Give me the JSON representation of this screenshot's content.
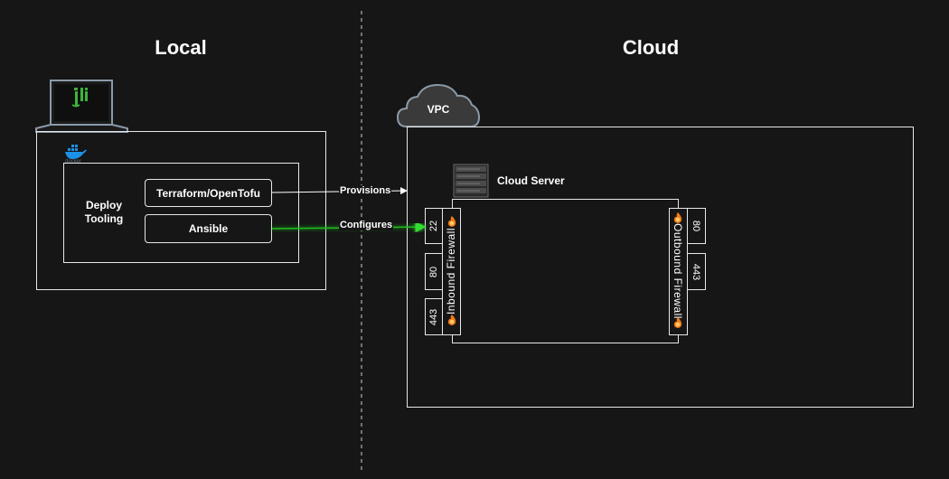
{
  "diagram": {
    "left_title": "Local",
    "right_title": "Cloud",
    "laptop": {
      "icon": "laptop-icon",
      "screen_icon": "jupyter-logo-icon"
    },
    "docker": {
      "icon": "docker-logo-icon",
      "caption": "docker"
    },
    "deploy_tooling_label": "Deploy\nTooling",
    "tools": {
      "terraform": "Terraform/OpenTofu",
      "ansible": "Ansible"
    },
    "vpc_label": "VPC",
    "server_label": "Cloud Server",
    "edges": {
      "provisions": "Provisions",
      "configures": "Configures"
    },
    "inbound_firewall": {
      "label": "Inbound Firewall",
      "ports": [
        "22",
        "80",
        "443"
      ]
    },
    "outbound_firewall": {
      "label": "Outbound Firewall",
      "ports": [
        "80",
        "443"
      ]
    },
    "colors": {
      "background": "#161616",
      "line": "#e8e8e8",
      "configures_edge": "#1fbf1f",
      "jupyter": "#3cb43c",
      "docker": "#1d91e6",
      "firewall_flame": "#f07a18"
    }
  }
}
